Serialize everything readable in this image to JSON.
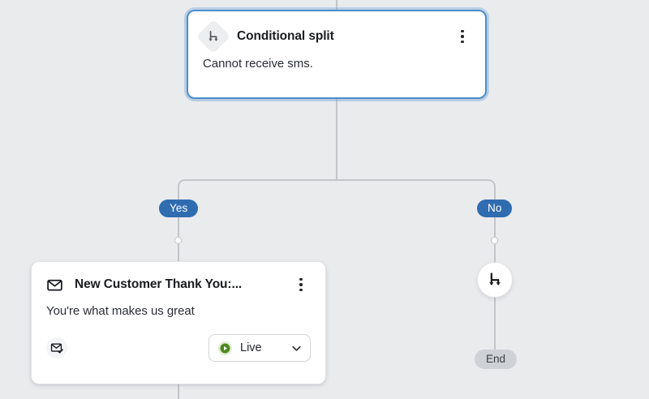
{
  "canvas": {
    "background_color": "#eaebed",
    "connector_color": "#c3c5c8"
  },
  "split_node": {
    "icon": "conditional-split-icon",
    "title": "Conditional split",
    "description": "Cannot receive sms.",
    "menu_icon": "kebab-menu-icon",
    "selected": true,
    "selected_border_color": "#4d8fcc"
  },
  "branches": [
    {
      "label": "Yes",
      "color": "#2f6cb0"
    },
    {
      "label": "No",
      "color": "#2f6cb0"
    }
  ],
  "email_node": {
    "icon": "envelope-icon",
    "title": "New Customer Thank You:...",
    "description": "You're what makes us great",
    "menu_icon": "kebab-menu-icon",
    "footer_icon": "envelope-check-icon",
    "status": {
      "icon": "play-circle-icon",
      "label": "Live",
      "chevron_icon": "chevron-down-icon",
      "color": "#4e8a20"
    }
  },
  "end_node": {
    "icon": "conditional-split-icon",
    "label": "End",
    "background_color": "#ced1d6"
  }
}
